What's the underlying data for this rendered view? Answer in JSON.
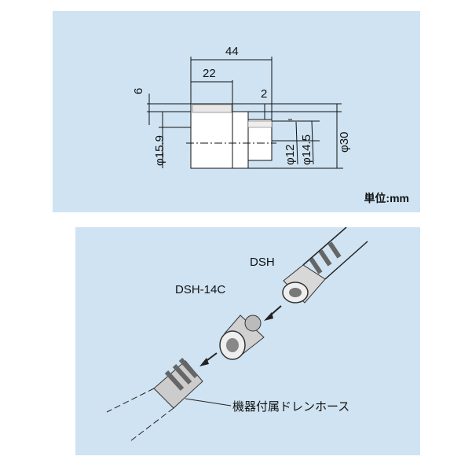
{
  "top_figure": {
    "dimensions": {
      "overall_length": "44",
      "body_length": "22",
      "wall": "6",
      "step": "2",
      "dia_15_9": "φ15.9",
      "dia_12": "φ12",
      "dia_14_5": "φ14.5",
      "dia_30": "φ30"
    },
    "unit_label": "単位:mm"
  },
  "bottom_figure": {
    "labels": {
      "dsh": "DSH",
      "dsh_14c": "DSH-14C",
      "hose": "機器付属ドレンホース"
    }
  }
}
